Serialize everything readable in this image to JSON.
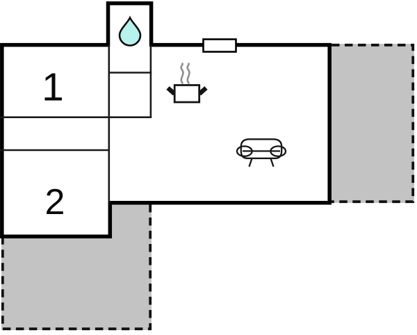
{
  "plan": {
    "rooms": [
      {
        "label": "1"
      },
      {
        "label": "2"
      }
    ],
    "icons": [
      {
        "name": "water-drop-icon"
      },
      {
        "name": "steaming-pot-icon"
      },
      {
        "name": "sofa-icon"
      },
      {
        "name": "window-marker"
      }
    ],
    "colors": {
      "wall": "#000000",
      "terrace_fill": "#c3c3c3",
      "terrace_border": "#111111",
      "window_fill": "#ffffff",
      "drop_fill": "#b7f2ec",
      "pot_fill": "#ffffff",
      "steam": "#8f8f8f",
      "background": "#ffffff"
    }
  }
}
